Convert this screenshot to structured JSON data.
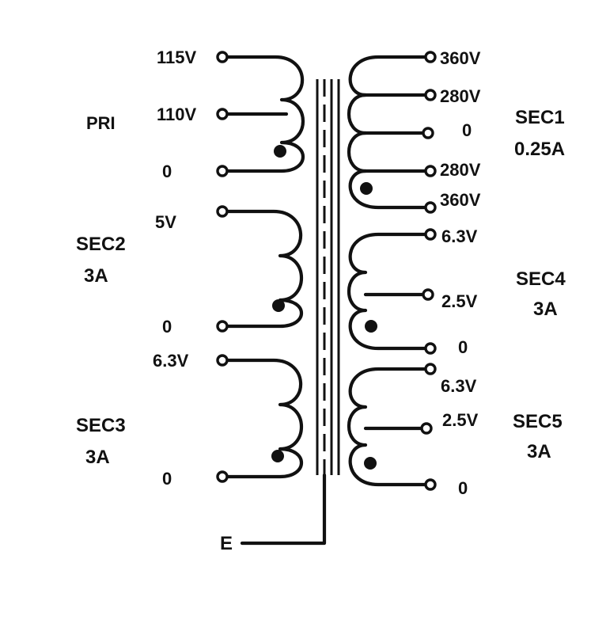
{
  "diagram": {
    "primary": {
      "name": "PRI",
      "taps": [
        "115V",
        "110V",
        "0"
      ]
    },
    "sec1": {
      "name": "SEC1",
      "current": "0.25A",
      "taps": [
        "360V",
        "280V",
        "0",
        "280V",
        "360V"
      ]
    },
    "sec2": {
      "name": "SEC2",
      "current": "3A",
      "taps": [
        "5V",
        "0"
      ]
    },
    "sec3": {
      "name": "SEC3",
      "current": "3A",
      "taps": [
        "6.3V",
        "0"
      ]
    },
    "sec4": {
      "name": "SEC4",
      "current": "3A",
      "taps": [
        "6.3V",
        "2.5V",
        "0"
      ]
    },
    "sec5": {
      "name": "SEC5",
      "current": "3A",
      "taps": [
        "6.3V",
        "2.5V",
        "0"
      ]
    },
    "earth": "E"
  }
}
